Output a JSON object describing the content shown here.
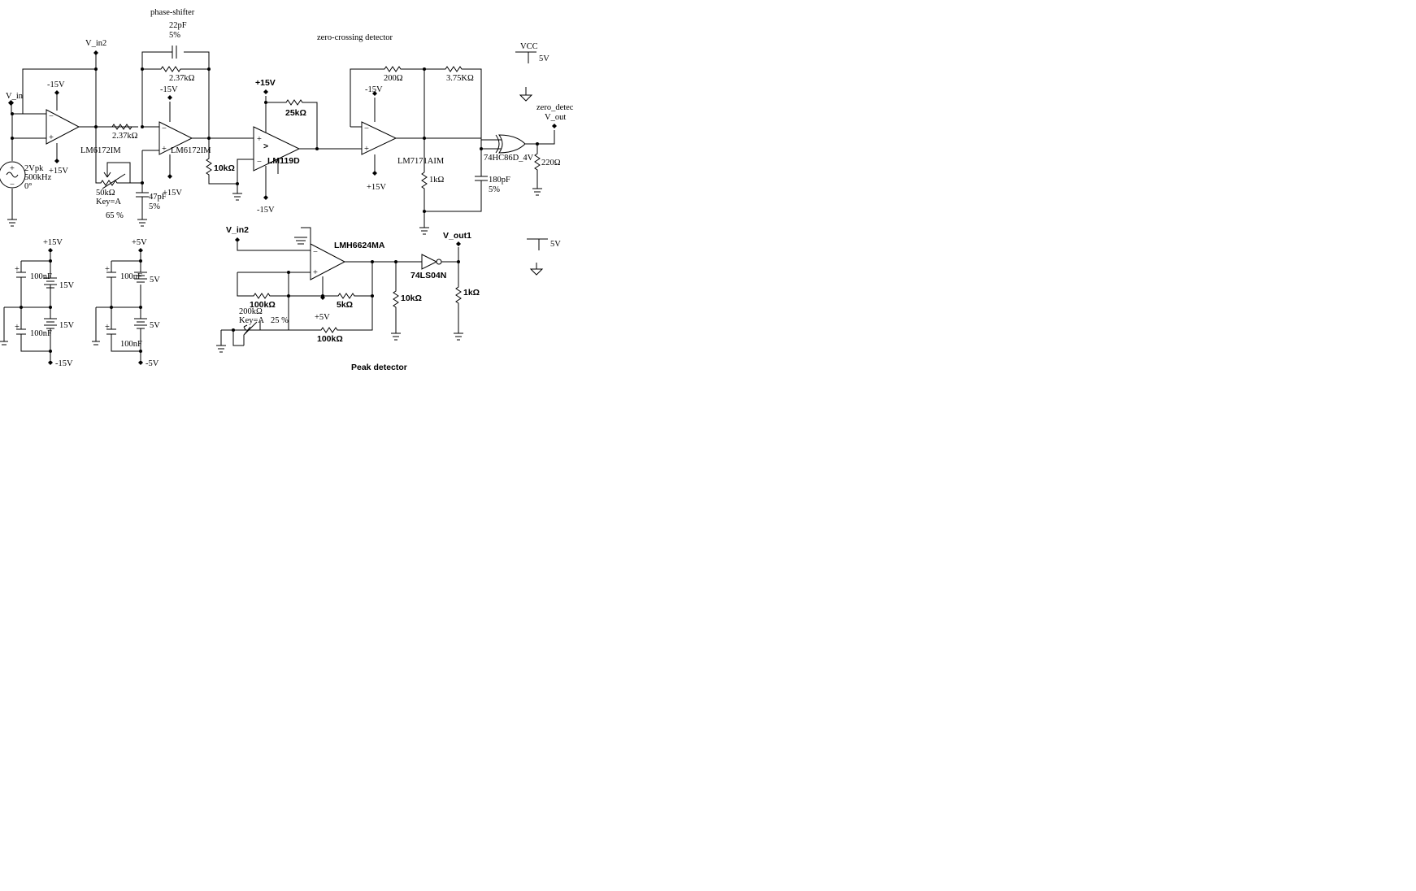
{
  "titles": {
    "phase_shifter": "phase-shifter",
    "zero_crossing": "zero-crossing  detector",
    "peak_detector": "Peak  detector"
  },
  "nets": {
    "v_in": "V_in",
    "v_in2_top": "V_in2",
    "v_in2_peak": "V_in2",
    "vcc": "VCC",
    "vcc_val": "5V",
    "zero_detect": "zero_detec",
    "v_out": "V_out",
    "v_out1": "V_out1",
    "aux_5v": "5V"
  },
  "source": {
    "amplitude": "2Vpk",
    "frequency": "500kHz",
    "phase": "0°"
  },
  "components": {
    "u1_name": "LM6172IM",
    "u1_neg": "-15V",
    "u1_pos": "+15V",
    "r1": "2.37kΩ",
    "pot1": "50kΩ",
    "pot1_key": "Key=A",
    "pot1_pct": "65 %",
    "c1": "47pF",
    "c1_tol": "5%",
    "c2": "22pF",
    "c2_tol": "5%",
    "r2": "2.37kΩ",
    "u2_neg": "-15V",
    "u2_pos": "+15V",
    "u2_name": "LM6172IM",
    "r3": "10kΩ",
    "comp_pos": "+15V",
    "comp_neg": "-15V",
    "comp_name": "LM119D",
    "comp_glyph": ">",
    "r4": "25kΩ",
    "r5": "200Ω",
    "r6": "3.75KΩ",
    "u3_neg": "-15V",
    "u3_pos": "+15V",
    "u3_name": "LM7171AIM",
    "r7": "1kΩ",
    "c3": "180pF",
    "c3_tol": "5%",
    "xor_name": "74HC86D_4V",
    "r8": "220Ω"
  },
  "supplies": {
    "a_top": "+15V",
    "a_c1": "100nF",
    "a_b1": "15V",
    "a_b2": "15V",
    "a_c2": "100nF",
    "a_bottom": "-15V",
    "b_top": "+5V",
    "b_c1": "100nF",
    "b_b1": "5V",
    "b_b2": "5V",
    "b_c2": "100nF",
    "b_bottom": "-5V"
  },
  "peak": {
    "opamp_name": "LMH6624MA",
    "r1": "100kΩ",
    "r2": "5kΩ",
    "supply": "+5V",
    "pot": "200kΩ",
    "pot_key": "Key=A",
    "pot_pct": "25 %",
    "r3": "100kΩ",
    "inv_name": "74LS04N",
    "r4": "10kΩ",
    "r5": "1kΩ"
  }
}
